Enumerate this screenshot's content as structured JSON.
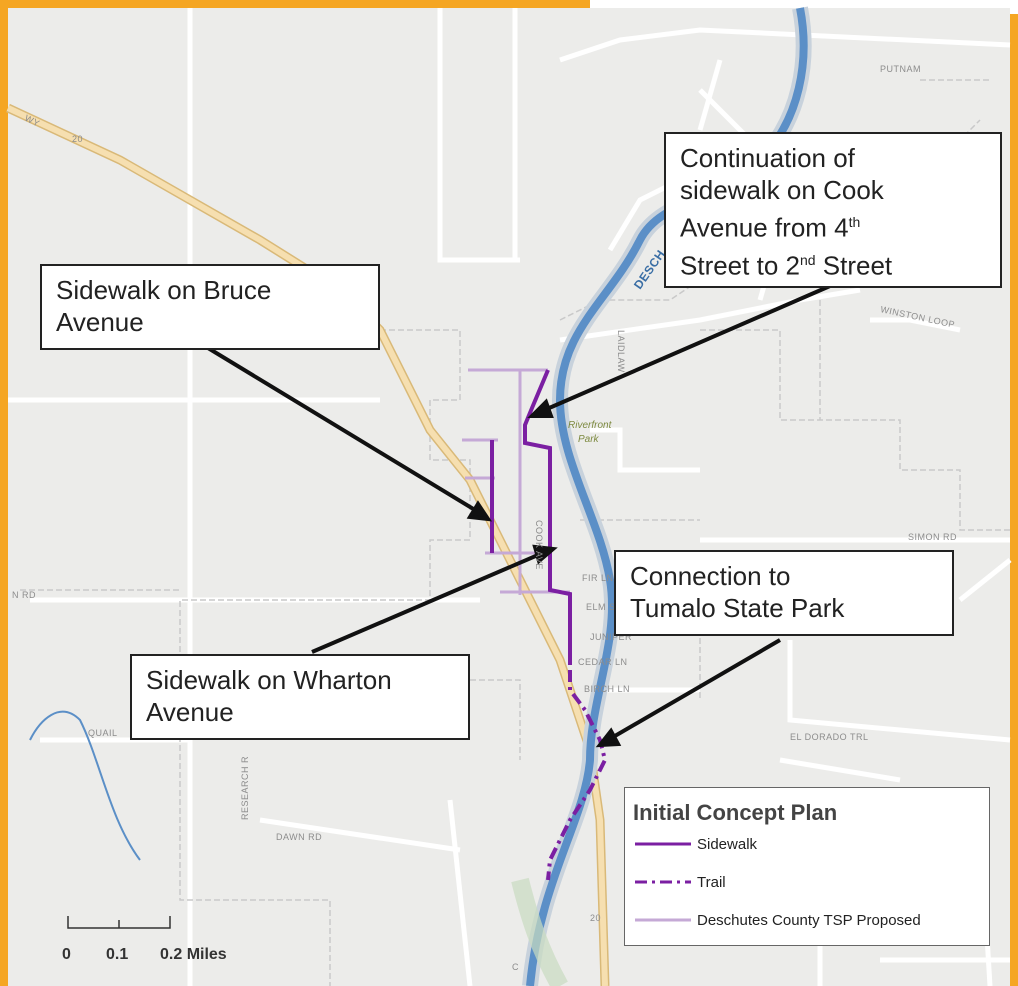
{
  "callouts": {
    "cook": {
      "lines": [
        "Continuation of",
        "sidewalk on Cook",
        "Avenue from 4",
        "Street to 2",
        " Street"
      ],
      "sup1": "th",
      "sup2": "nd"
    },
    "bruce": {
      "line1": "Sidewalk on Bruce",
      "line2": "Avenue"
    },
    "wharton": {
      "line1": "Sidewalk on Wharton",
      "line2": "Avenue"
    },
    "tumalo": {
      "line1": "Connection to",
      "line2": "Tumalo State Park"
    }
  },
  "legend": {
    "title": "Initial Concept Plan",
    "items": [
      {
        "label": "Sidewalk",
        "style": "solid",
        "color": "#7b1fa2"
      },
      {
        "label": "Trail",
        "style": "dashdot",
        "color": "#7b1fa2"
      },
      {
        "label": "Deschutes County TSP Proposed",
        "style": "solid",
        "color": "#c5a9d6"
      }
    ]
  },
  "scale": {
    "ticks": [
      "0",
      "0.1",
      "0.2 Miles"
    ]
  },
  "map_labels": {
    "cook_ave": "COOK AVE",
    "fir_ln": "FIR LN",
    "elm_st": "ELM ST",
    "juniper": "JUNIPER",
    "cedar_ln": "CEDAR LN",
    "birch_ln": "BIRCH LN",
    "simon_rd": "SIMON RD",
    "el_dorado": "EL DORADO TRL",
    "winston": "WINSTON LOOP",
    "research": "RESEARCH R",
    "quail": "QUAIL",
    "dawn": "DAWN RD",
    "laidlaw": "LAIDLAW",
    "riverfront": "Riverfront",
    "park": "Park",
    "hwy20": "20",
    "desch": "DESCH",
    "putnam": "PUTNAM",
    "rd_left": "N RD",
    "hwy_top": "20",
    "hwy_left": "WY",
    "c_bottom": "C"
  },
  "colors": {
    "frame": "#f5a623",
    "river": "#5b8fc7",
    "highway": "#f3d59a",
    "sidewalk": "#7b1fa2",
    "tsp": "#c5a9d6"
  }
}
